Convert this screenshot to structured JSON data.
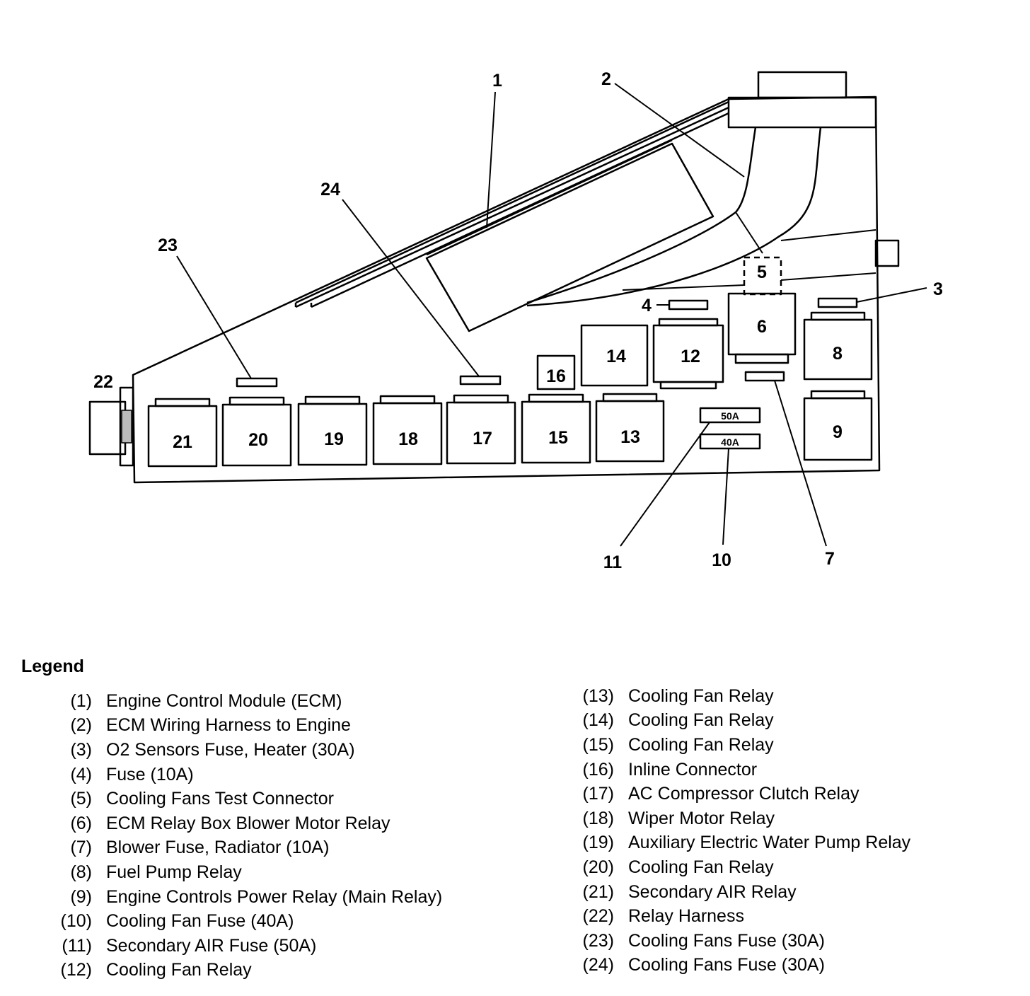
{
  "diagram": {
    "callouts": [
      "1",
      "2",
      "3",
      "4",
      "7",
      "10",
      "11",
      "22",
      "23",
      "24"
    ],
    "components": [
      "5",
      "6",
      "8",
      "9",
      "12",
      "13",
      "14",
      "15",
      "16",
      "17",
      "18",
      "19",
      "20",
      "21"
    ],
    "fuse_ratings": [
      "50A",
      "40A"
    ]
  },
  "legend": {
    "title": "Legend",
    "items": [
      {
        "num": "(1)",
        "text": "Engine Control Module (ECM)"
      },
      {
        "num": "(2)",
        "text": "ECM Wiring Harness to Engine"
      },
      {
        "num": "(3)",
        "text": "O2 Sensors Fuse, Heater (30A)"
      },
      {
        "num": "(4)",
        "text": "Fuse (10A)"
      },
      {
        "num": "(5)",
        "text": "Cooling Fans Test Connector"
      },
      {
        "num": "(6)",
        "text": "ECM Relay Box Blower Motor Relay"
      },
      {
        "num": "(7)",
        "text": "Blower Fuse, Radiator (10A)"
      },
      {
        "num": "(8)",
        "text": "Fuel Pump Relay"
      },
      {
        "num": "(9)",
        "text": "Engine Controls Power Relay (Main Relay)"
      },
      {
        "num": "(10)",
        "text": "Cooling Fan Fuse (40A)"
      },
      {
        "num": "(11)",
        "text": "Secondary AIR Fuse (50A)"
      },
      {
        "num": "(12)",
        "text": "Cooling Fan Relay"
      },
      {
        "num": "(13)",
        "text": "Cooling Fan Relay"
      },
      {
        "num": "(14)",
        "text": "Cooling Fan Relay"
      },
      {
        "num": "(15)",
        "text": "Cooling Fan Relay"
      },
      {
        "num": "(16)",
        "text": "Inline Connector"
      },
      {
        "num": "(17)",
        "text": "AC Compressor Clutch Relay"
      },
      {
        "num": "(18)",
        "text": "Wiper Motor Relay"
      },
      {
        "num": "(19)",
        "text": "Auxiliary Electric Water Pump Relay"
      },
      {
        "num": "(20)",
        "text": "Cooling Fan Relay"
      },
      {
        "num": "(21)",
        "text": "Secondary AIR Relay"
      },
      {
        "num": "(22)",
        "text": "Relay Harness"
      },
      {
        "num": "(23)",
        "text": "Cooling Fans Fuse (30A)"
      },
      {
        "num": "(24)",
        "text": "Cooling Fans Fuse (30A)"
      }
    ]
  }
}
